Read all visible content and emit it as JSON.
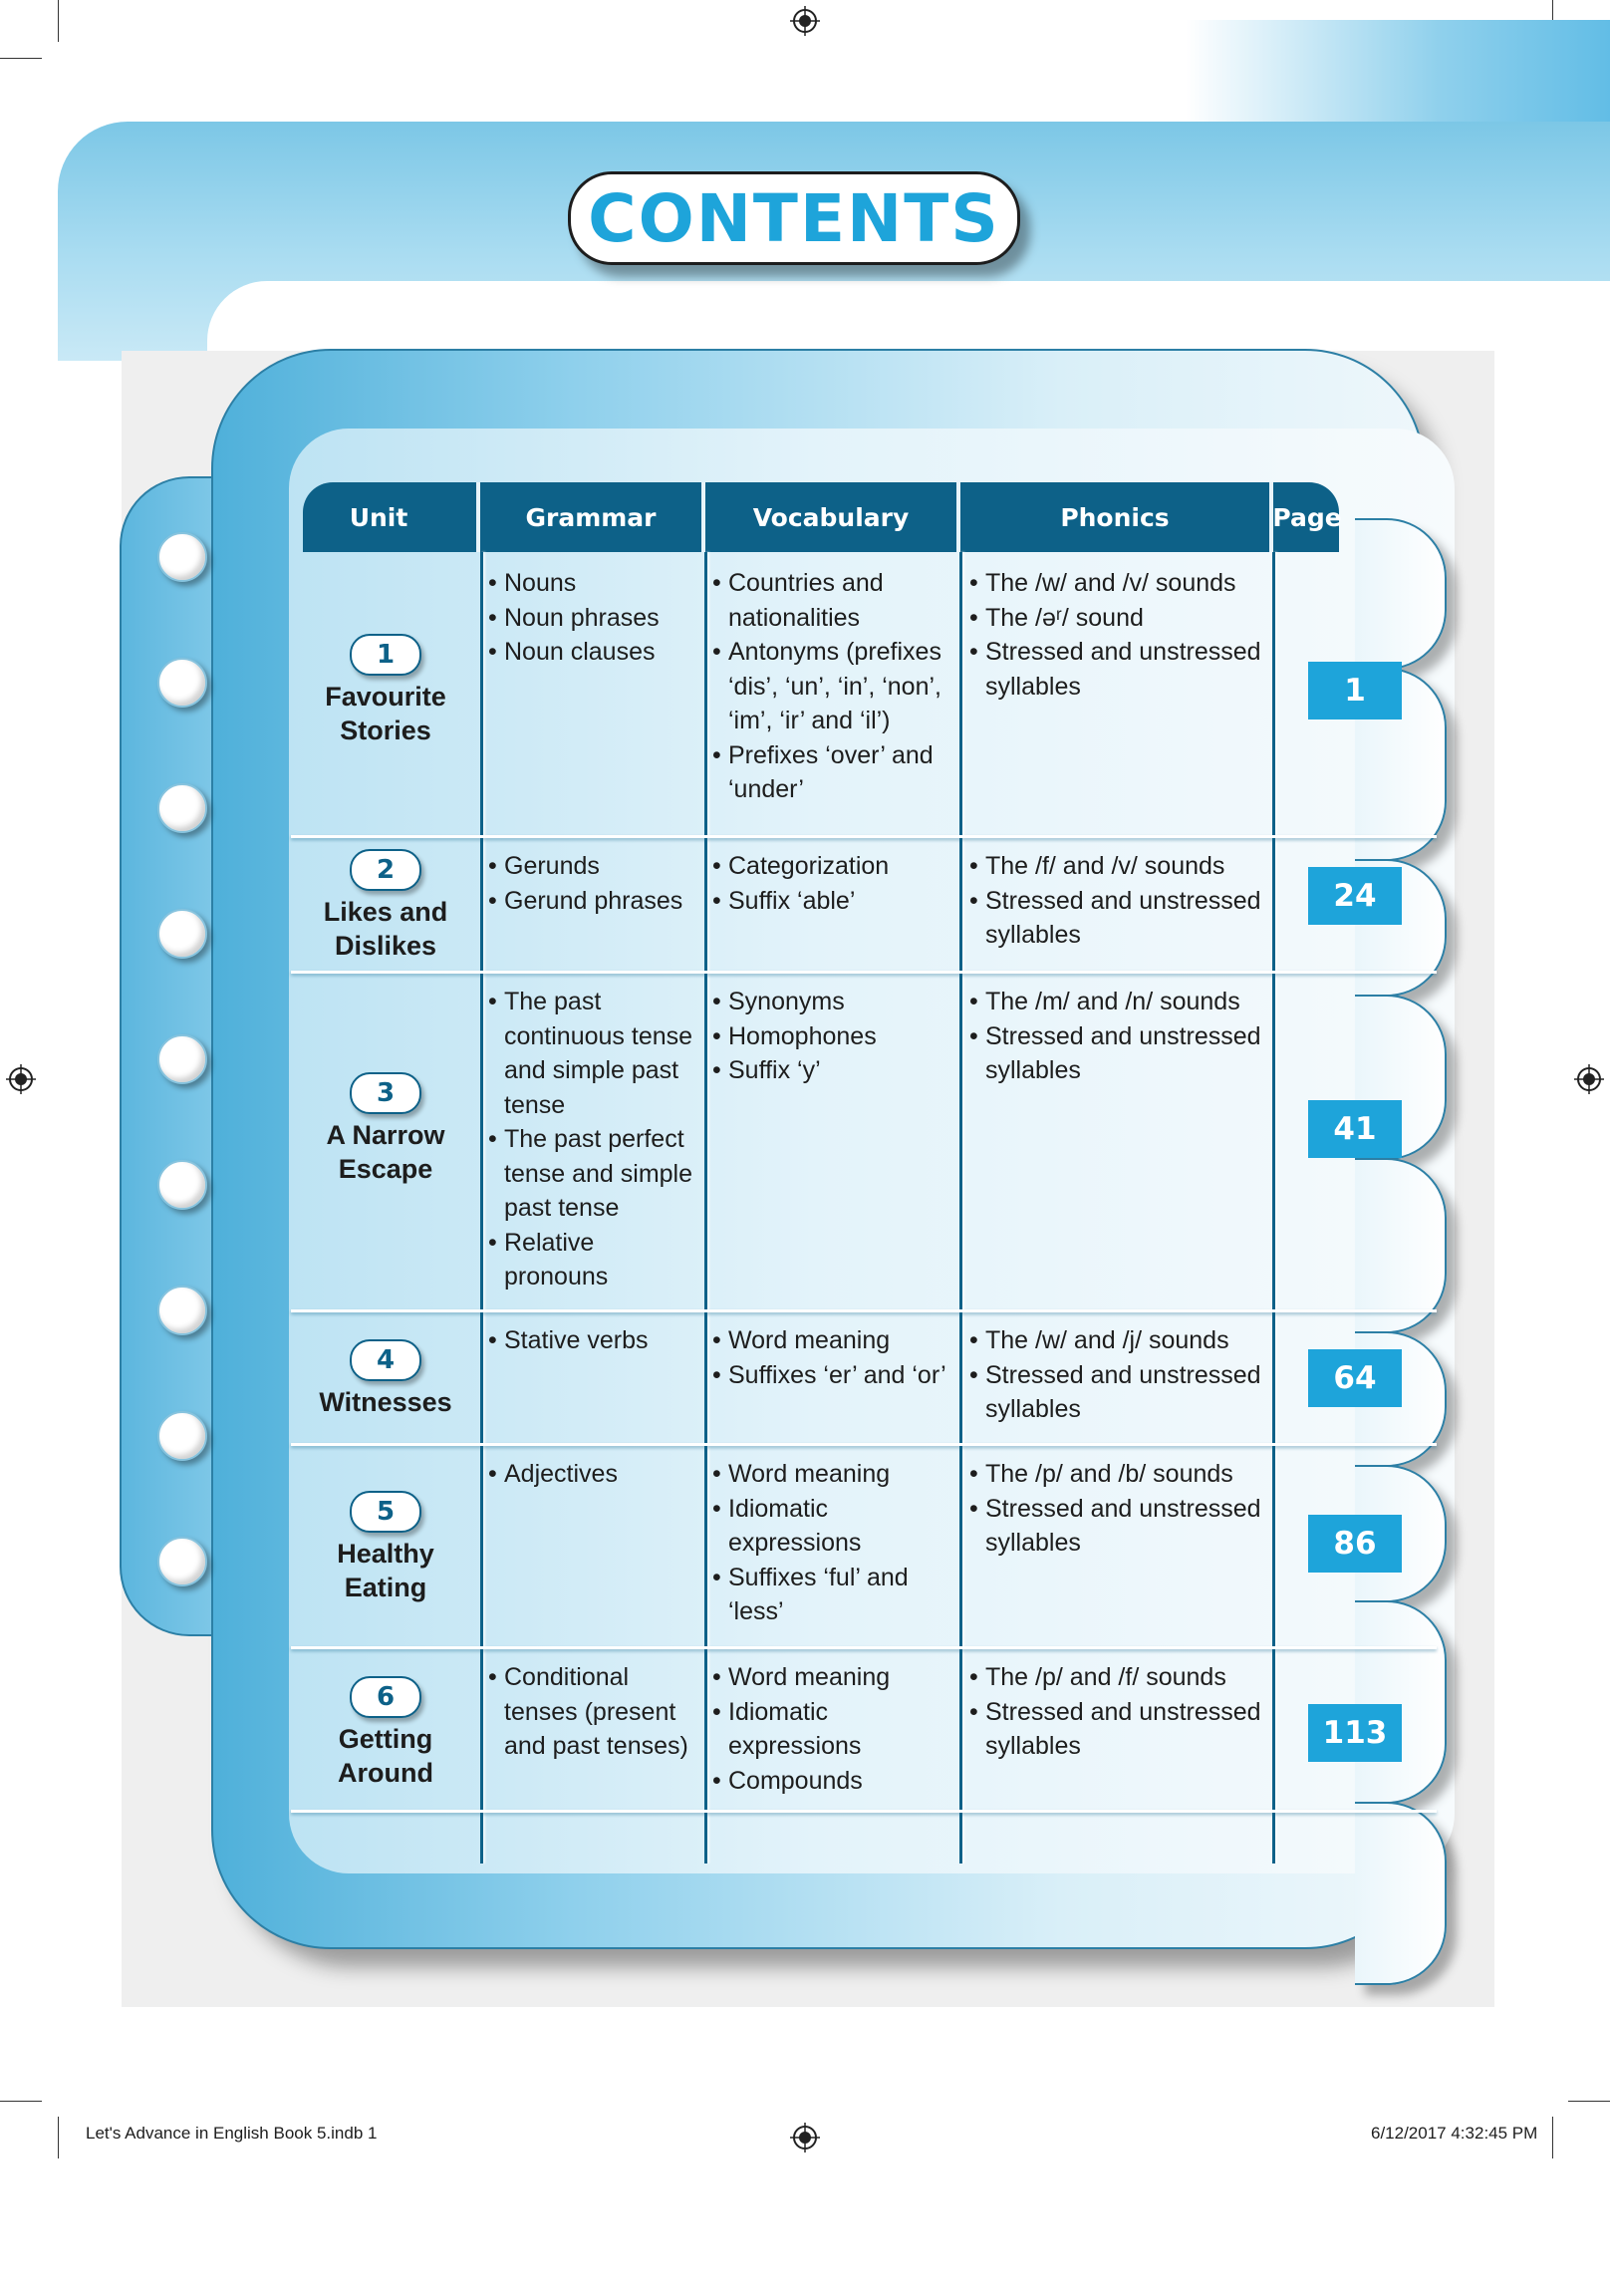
{
  "title": "CONTENTS",
  "headers": {
    "unit": "Unit",
    "grammar": "Grammar",
    "vocabulary": "Vocabulary",
    "phonics": "Phonics",
    "page": "Page"
  },
  "units": [
    {
      "number": "1",
      "name_lines": [
        "Favourite",
        "Stories"
      ],
      "grammar": [
        "Nouns",
        "Noun phrases",
        "Noun clauses"
      ],
      "vocabulary": [
        "Countries and nationalities",
        "Antonyms (prefixes ‘dis’, ‘un’, ‘in’, ‘non’, ‘im’, ‘ir’ and ‘il’)",
        "Prefixes ‘over’ and ‘under’"
      ],
      "phonics": [
        "The /w/ and /v/ sounds",
        "The /əʳ/ sound",
        "Stressed and unstressed syllables"
      ],
      "page": "1"
    },
    {
      "number": "2",
      "name_lines": [
        "Likes and",
        "Dislikes"
      ],
      "grammar": [
        "Gerunds",
        "Gerund phrases"
      ],
      "vocabulary": [
        "Categorization",
        "Suffix ‘able’"
      ],
      "phonics": [
        "The /f/ and /v/ sounds",
        "Stressed and unstressed syllables"
      ],
      "page": "24"
    },
    {
      "number": "3",
      "name_lines": [
        "A Narrow",
        "Escape"
      ],
      "grammar": [
        "The past continuous tense and simple past tense",
        "The past perfect tense and simple past tense",
        "Relative pronouns"
      ],
      "vocabulary": [
        "Synonyms",
        "Homophones",
        "Suffix ‘y’"
      ],
      "phonics": [
        "The /m/ and /n/ sounds",
        "Stressed and unstressed syllables"
      ],
      "page": "41"
    },
    {
      "number": "4",
      "name_lines": [
        "Witnesses"
      ],
      "grammar": [
        "Stative verbs"
      ],
      "vocabulary": [
        "Word meaning",
        "Suffixes ‘er’ and ‘or’"
      ],
      "phonics": [
        "The /w/ and /j/ sounds",
        "Stressed and unstressed syllables"
      ],
      "page": "64"
    },
    {
      "number": "5",
      "name_lines": [
        "Healthy",
        "Eating"
      ],
      "grammar": [
        "Adjectives"
      ],
      "vocabulary": [
        "Word meaning",
        "Idiomatic expressions",
        "Suffixes ‘ful’ and ‘less’"
      ],
      "phonics": [
        "The /p/ and /b/ sounds",
        "Stressed and unstressed syllables"
      ],
      "page": "86"
    },
    {
      "number": "6",
      "name_lines": [
        "Getting",
        "Around"
      ],
      "grammar": [
        "Conditional tenses (present and past tenses)"
      ],
      "vocabulary": [
        "Word meaning",
        "Idiomatic expressions",
        "Compounds"
      ],
      "phonics": [
        "The /p/ and /f/ sounds",
        "Stressed and unstressed syllables"
      ],
      "page": "113"
    }
  ],
  "footer": {
    "left": "Let's Advance in English Book 5.indb   1",
    "right": "6/12/2017   4:32:45 PM"
  }
}
